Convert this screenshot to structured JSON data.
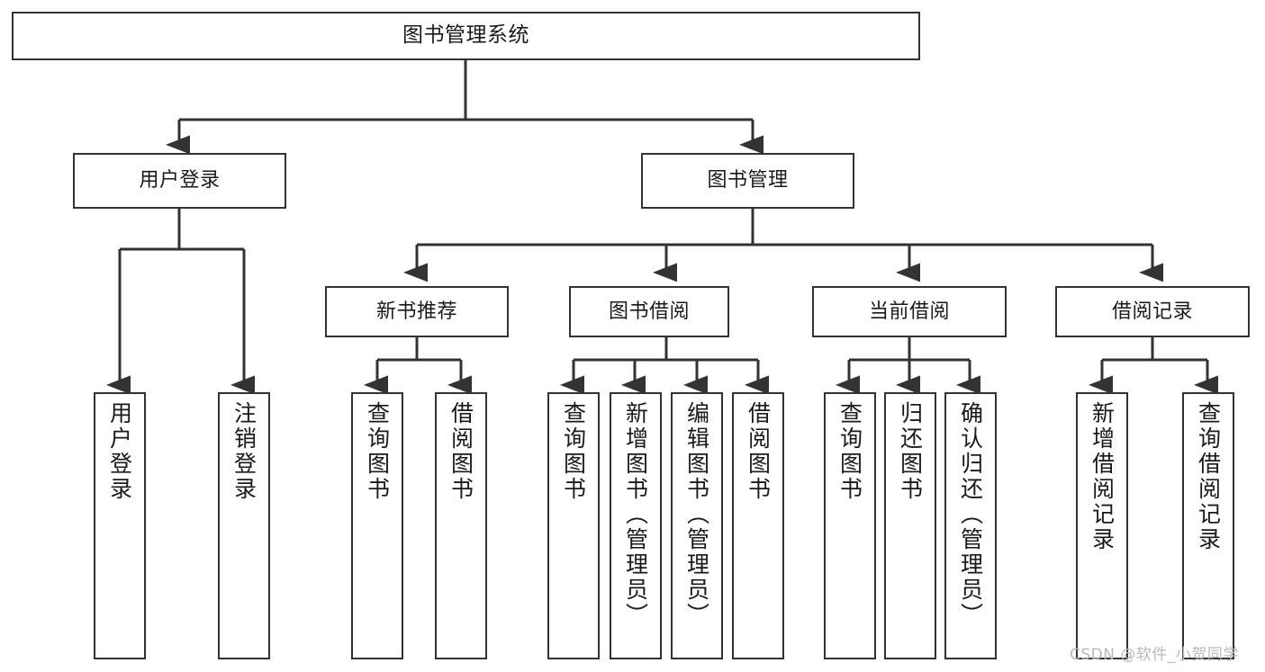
{
  "diagram": {
    "type": "tree-hierarchy",
    "title": "图书管理系统",
    "root": {
      "label": "图书管理系统"
    },
    "level1": [
      {
        "label": "用户登录"
      },
      {
        "label": "图书管理"
      }
    ],
    "level2": [
      {
        "label": "新书推荐"
      },
      {
        "label": "图书借阅"
      },
      {
        "label": "当前借阅"
      },
      {
        "label": "借阅记录"
      }
    ],
    "leaves": {
      "user_login": [
        {
          "label": "用户登录"
        },
        {
          "label": "注销登录"
        }
      ],
      "new_book_recommend": [
        {
          "label": "查询图书"
        },
        {
          "label": "借阅图书"
        }
      ],
      "book_borrow": [
        {
          "label": "查询图书"
        },
        {
          "label": "新增图书（管理员）"
        },
        {
          "label": "编辑图书（管理员）"
        },
        {
          "label": "借阅图书"
        }
      ],
      "current_borrow": [
        {
          "label": "查询图书"
        },
        {
          "label": "归还图书"
        },
        {
          "label": "确认归还（管理员）"
        }
      ],
      "borrow_record": [
        {
          "label": "新增借阅记录"
        },
        {
          "label": "查询借阅记录"
        }
      ]
    }
  },
  "watermark": {
    "text": "CSDN @软件_小贺同学"
  },
  "colors": {
    "stroke": "#333333",
    "box_fill": "#ffffff",
    "text": "#1a1a1a",
    "watermark": "#b9b9b9",
    "background": "#ffffff"
  }
}
